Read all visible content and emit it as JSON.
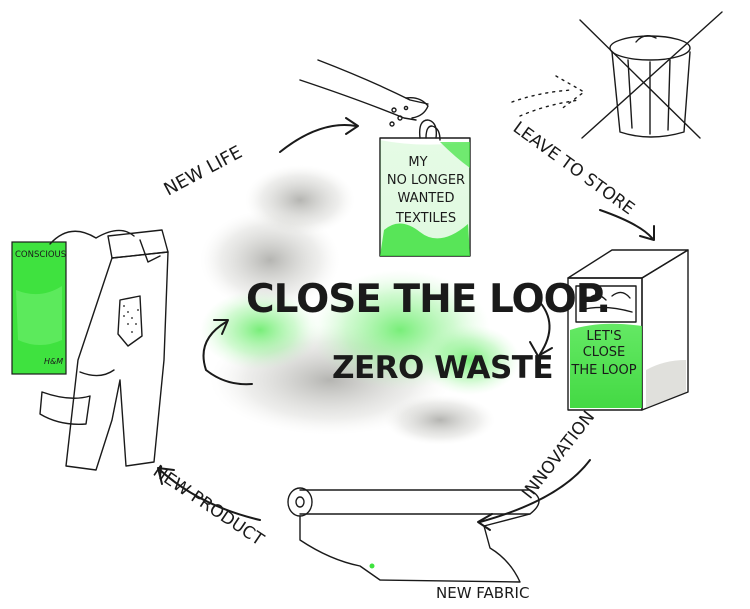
{
  "title": "CLOSE THE LOOP.",
  "subtitle": "ZERO WASTE",
  "cycle": {
    "new_life": "NEW LIFE",
    "leave_to_store": "LEAVE TO STORE",
    "innovation": "INNOVATION",
    "new_product": "NEW PRODUCT",
    "new_fabric": "NEW FABRIC"
  },
  "bag": {
    "line1": "MY",
    "line2": "NO LONGER",
    "line3": "WANTED",
    "line4": "TEXTILES"
  },
  "collection_box": {
    "line1": "LET'S",
    "line2": "CLOSE",
    "line3": "THE LOOP"
  },
  "tag": {
    "top": "CONSCIOUS",
    "bottom": "H&M"
  },
  "colors": {
    "green": "#39e33a",
    "ink": "#1a1a1a",
    "wash": "#a8a8a0"
  }
}
